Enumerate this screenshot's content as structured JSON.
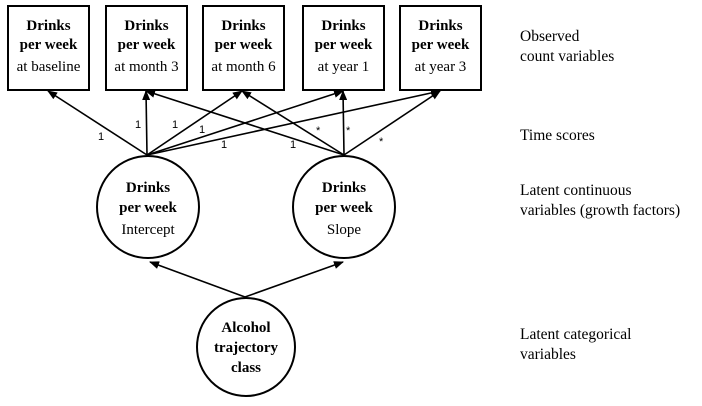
{
  "observed_boxes": [
    {
      "line1": "Drinks",
      "line2": "per week",
      "sub": "at baseline"
    },
    {
      "line1": "Drinks",
      "line2": "per week",
      "sub": "at month 3"
    },
    {
      "line1": "Drinks",
      "line2": "per week",
      "sub": "at month 6"
    },
    {
      "line1": "Drinks",
      "line2": "per week",
      "sub": "at year 1"
    },
    {
      "line1": "Drinks",
      "line2": "per week",
      "sub": "at year 3"
    }
  ],
  "intercept": {
    "line1": "Drinks",
    "line2": "per week",
    "sub": "Intercept"
  },
  "slope": {
    "line1": "Drinks",
    "line2": "per week",
    "sub": "Slope"
  },
  "class_node": {
    "line1": "Alcohol",
    "line2": "trajectory",
    "line3": "class"
  },
  "side_labels": {
    "observed_1": "Observed",
    "observed_2": "count variables",
    "time_scores": "Time scores",
    "latent_cont_1": "Latent continuous",
    "latent_cont_2": "variables (growth factors)",
    "latent_cat_1": "Latent categorical",
    "latent_cat_2": "variables"
  },
  "loadings": {
    "intercept": [
      "1",
      "1",
      "1",
      "1",
      "1"
    ],
    "slope": [
      "1",
      "*",
      "*",
      "*"
    ]
  }
}
